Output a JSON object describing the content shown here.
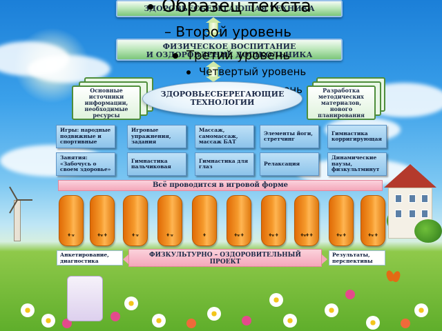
{
  "placeholder": {
    "title": "Образец текста",
    "level2": "– Второй уровень",
    "level3": "Третий уровень",
    "level4": "Четвертый уровень",
    "level5": "– Пятый уровень"
  },
  "header_top": "ЗДОРОВЬЕСБЕРЕГАЮЩАЯ ТЕХНИКА",
  "header_mid": [
    "ФИЗИЧЕСКОЕ ВОСПИТАНИЕ",
    "И ОЗДОРОВЛЕНИЕ ДОШКОЛЬНИКА"
  ],
  "center": [
    "ЗДОРОВЬЕСБЕРЕГАЮЩИЕ",
    "ТЕХНОЛОГИИ"
  ],
  "left_card": "Основные источники информации, необходимые ресурсы",
  "right_card": "Разработка методических материалов, нового планирования",
  "tech_row1": [
    "Игры: народные подвижные и спортивные",
    "Игровые упражнения, задания",
    "Массаж, самомассаж, массаж БАТ",
    "Элементы йоги, стретчинг",
    "Гимнастика корригирующая"
  ],
  "tech_row2": [
    "Занятия: «Забочусь о своем здоровье»",
    "Гимнастика пальчиковая",
    "Гимнастика для глаз",
    "Релаксация",
    "Динамические паузы, физкультминут"
  ],
  "band": "Всё проводится в игровой форме",
  "columns": [
    "ᚖ ᚗ",
    "ᚖᚗ ᚖ",
    "ᚖ ᚗ",
    "ᚖ ᚗ",
    "ᚖ",
    "ᚖᚗ ᚖ",
    "ᚖᚗ ᚖ",
    "ᚖᚗᚖ ᚖ",
    "ᚖᚗ ᚖ",
    "ᚖᚗ ᚖ"
  ],
  "bottom_left": "Анкетирование, диагностика",
  "bottom_center": [
    "ФИЗКУЛЬТУРНО – ОЗДОРОВИТЕЛЬНЫЙ",
    "ПРОЕКТ"
  ],
  "bottom_right": "Результаты, перспективы",
  "colors": {
    "column": "#f08a1c",
    "tech_box": "#a8d4f2",
    "band": "#f7bccb",
    "header": "#9fd99c"
  }
}
